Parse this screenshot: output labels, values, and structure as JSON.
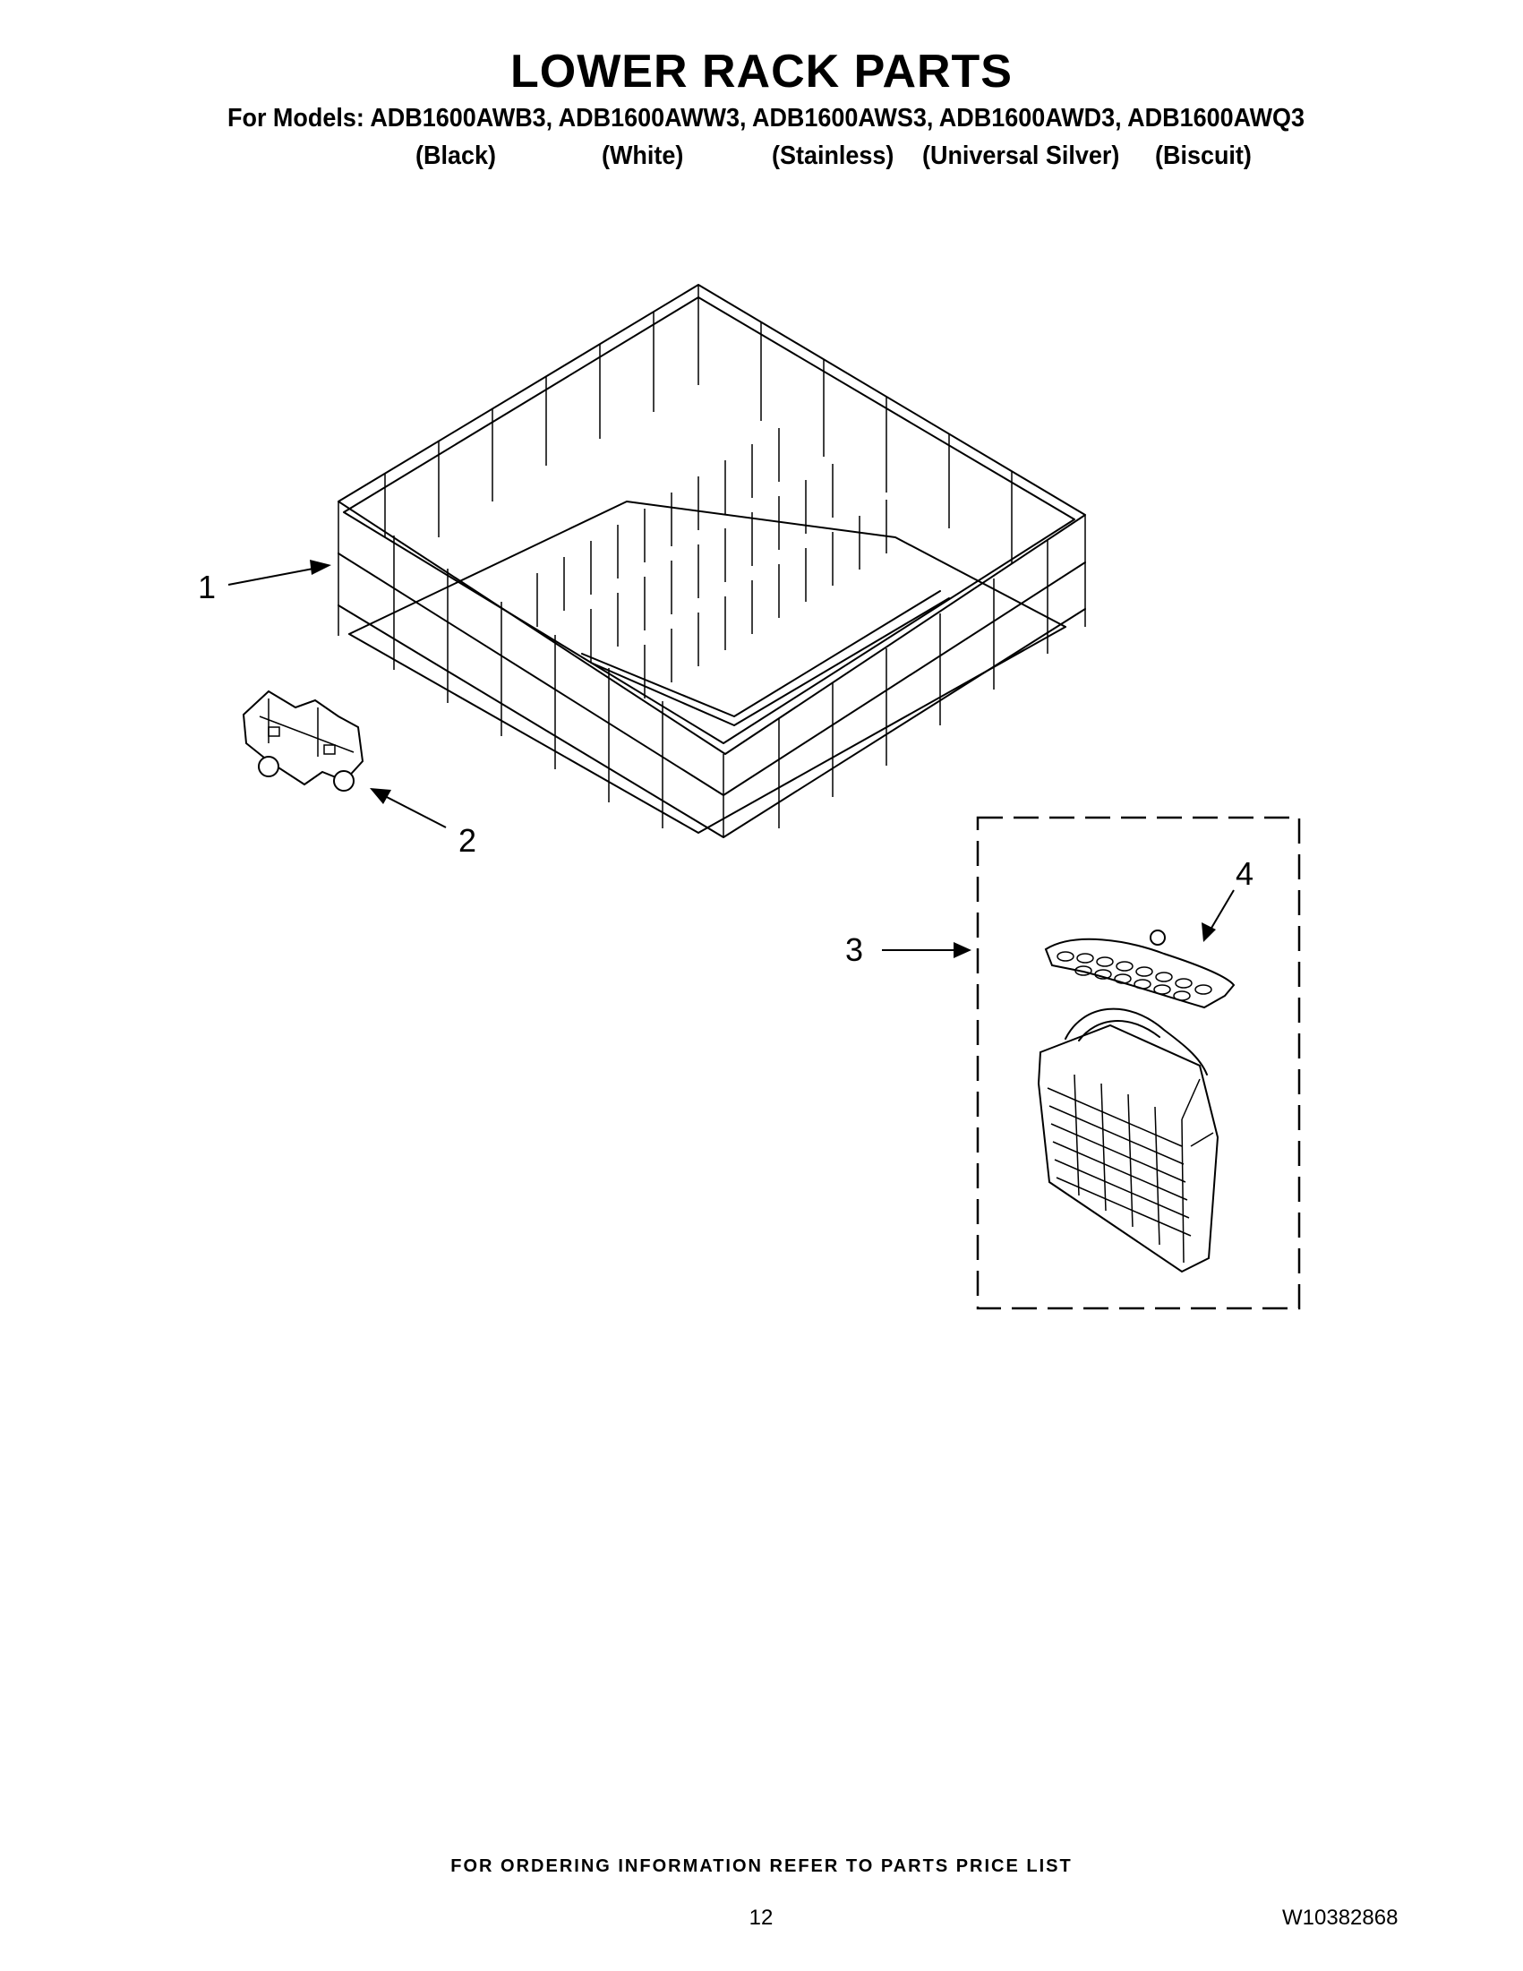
{
  "title": "LOWER RACK PARTS",
  "models_line": "For Models: ADB1600AWB3, ADB1600AWW3, ADB1600AWS3, ADB1600AWD3, ADB1600AWQ3",
  "color_labels": [
    "(Black)",
    "(White)",
    "(Stainless)",
    "(Universal Silver)",
    "(Biscuit)"
  ],
  "callouts": [
    "1",
    "2",
    "3",
    "4"
  ],
  "footer_note": "FOR ORDERING INFORMATION REFER TO PARTS PRICE LIST",
  "page_number": "12",
  "document_number": "W10382868",
  "illustrations": [
    {
      "callout": "1",
      "icon": "dishrack-lower-wire-icon"
    },
    {
      "callout": "2",
      "icon": "rack-roller-clip-icon"
    },
    {
      "callout": "3",
      "icon": "silverware-basket-assembly-icon"
    },
    {
      "callout": "4",
      "icon": "basket-lid-icon"
    }
  ]
}
